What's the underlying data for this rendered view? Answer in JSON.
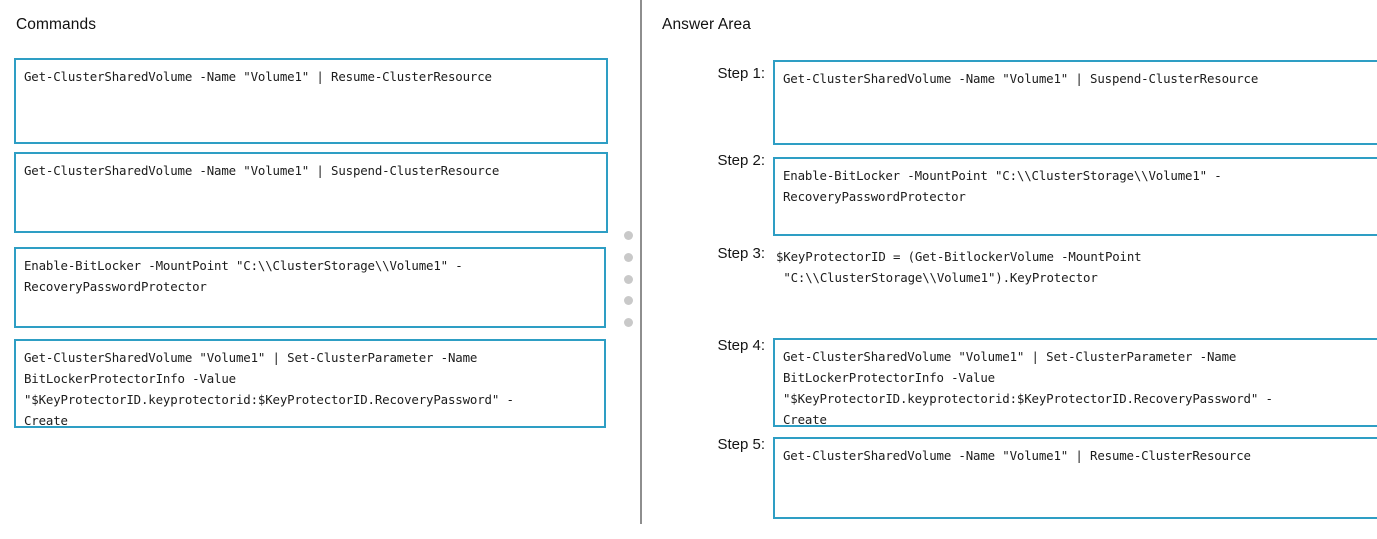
{
  "accent_color": "#2e9ec4",
  "divider_color": "#8e8e8e",
  "dot_color": "#c9c9c9",
  "commands_panel": {
    "heading": "Commands",
    "items": [
      {
        "id": "command-resume",
        "text": "Get-ClusterSharedVolume -Name \"Volume1\" | Resume-ClusterResource"
      },
      {
        "id": "command-suspend",
        "text": "Get-ClusterSharedVolume -Name \"Volume1\" | Suspend-ClusterResource"
      },
      {
        "id": "command-enable-bitlocker",
        "text": "Enable-BitLocker -MountPoint \"C:\\\\ClusterStorage\\\\Volume1\" -\nRecoveryPasswordProtector"
      },
      {
        "id": "command-set-clusterparameter",
        "text": "Get-ClusterSharedVolume \"Volume1\" | Set-ClusterParameter -Name\nBitLockerProtectorInfo -Value\n\"$KeyProtectorID.keyprotectorid:$KeyProtectorID.RecoveryPassword\" -\nCreate"
      }
    ]
  },
  "answer_panel": {
    "heading": "Answer Area",
    "steps": [
      {
        "label": "Step 1:",
        "boxed": true,
        "text": "Get-ClusterSharedVolume -Name \"Volume1\" | Suspend-ClusterResource"
      },
      {
        "label": "Step 2:",
        "boxed": true,
        "text": "Enable-BitLocker -MountPoint \"C:\\\\ClusterStorage\\\\Volume1\" -\nRecoveryPasswordProtector"
      },
      {
        "label": "Step 3:",
        "boxed": false,
        "text": "$KeyProtectorID = (Get-BitlockerVolume -MountPoint\n \"C:\\\\ClusterStorage\\\\Volume1\").KeyProtector"
      },
      {
        "label": "Step 4:",
        "boxed": true,
        "text": "Get-ClusterSharedVolume \"Volume1\" | Set-ClusterParameter -Name\nBitLockerProtectorInfo -Value\n\"$KeyProtectorID.keyprotectorid:$KeyProtectorID.RecoveryPassword\" -\nCreate"
      },
      {
        "label": "Step 5:",
        "boxed": true,
        "text": "Get-ClusterSharedVolume -Name \"Volume1\" | Resume-ClusterResource"
      }
    ]
  },
  "drag_handle": {
    "name": "drag-handle-dots",
    "dot_count": 5
  }
}
